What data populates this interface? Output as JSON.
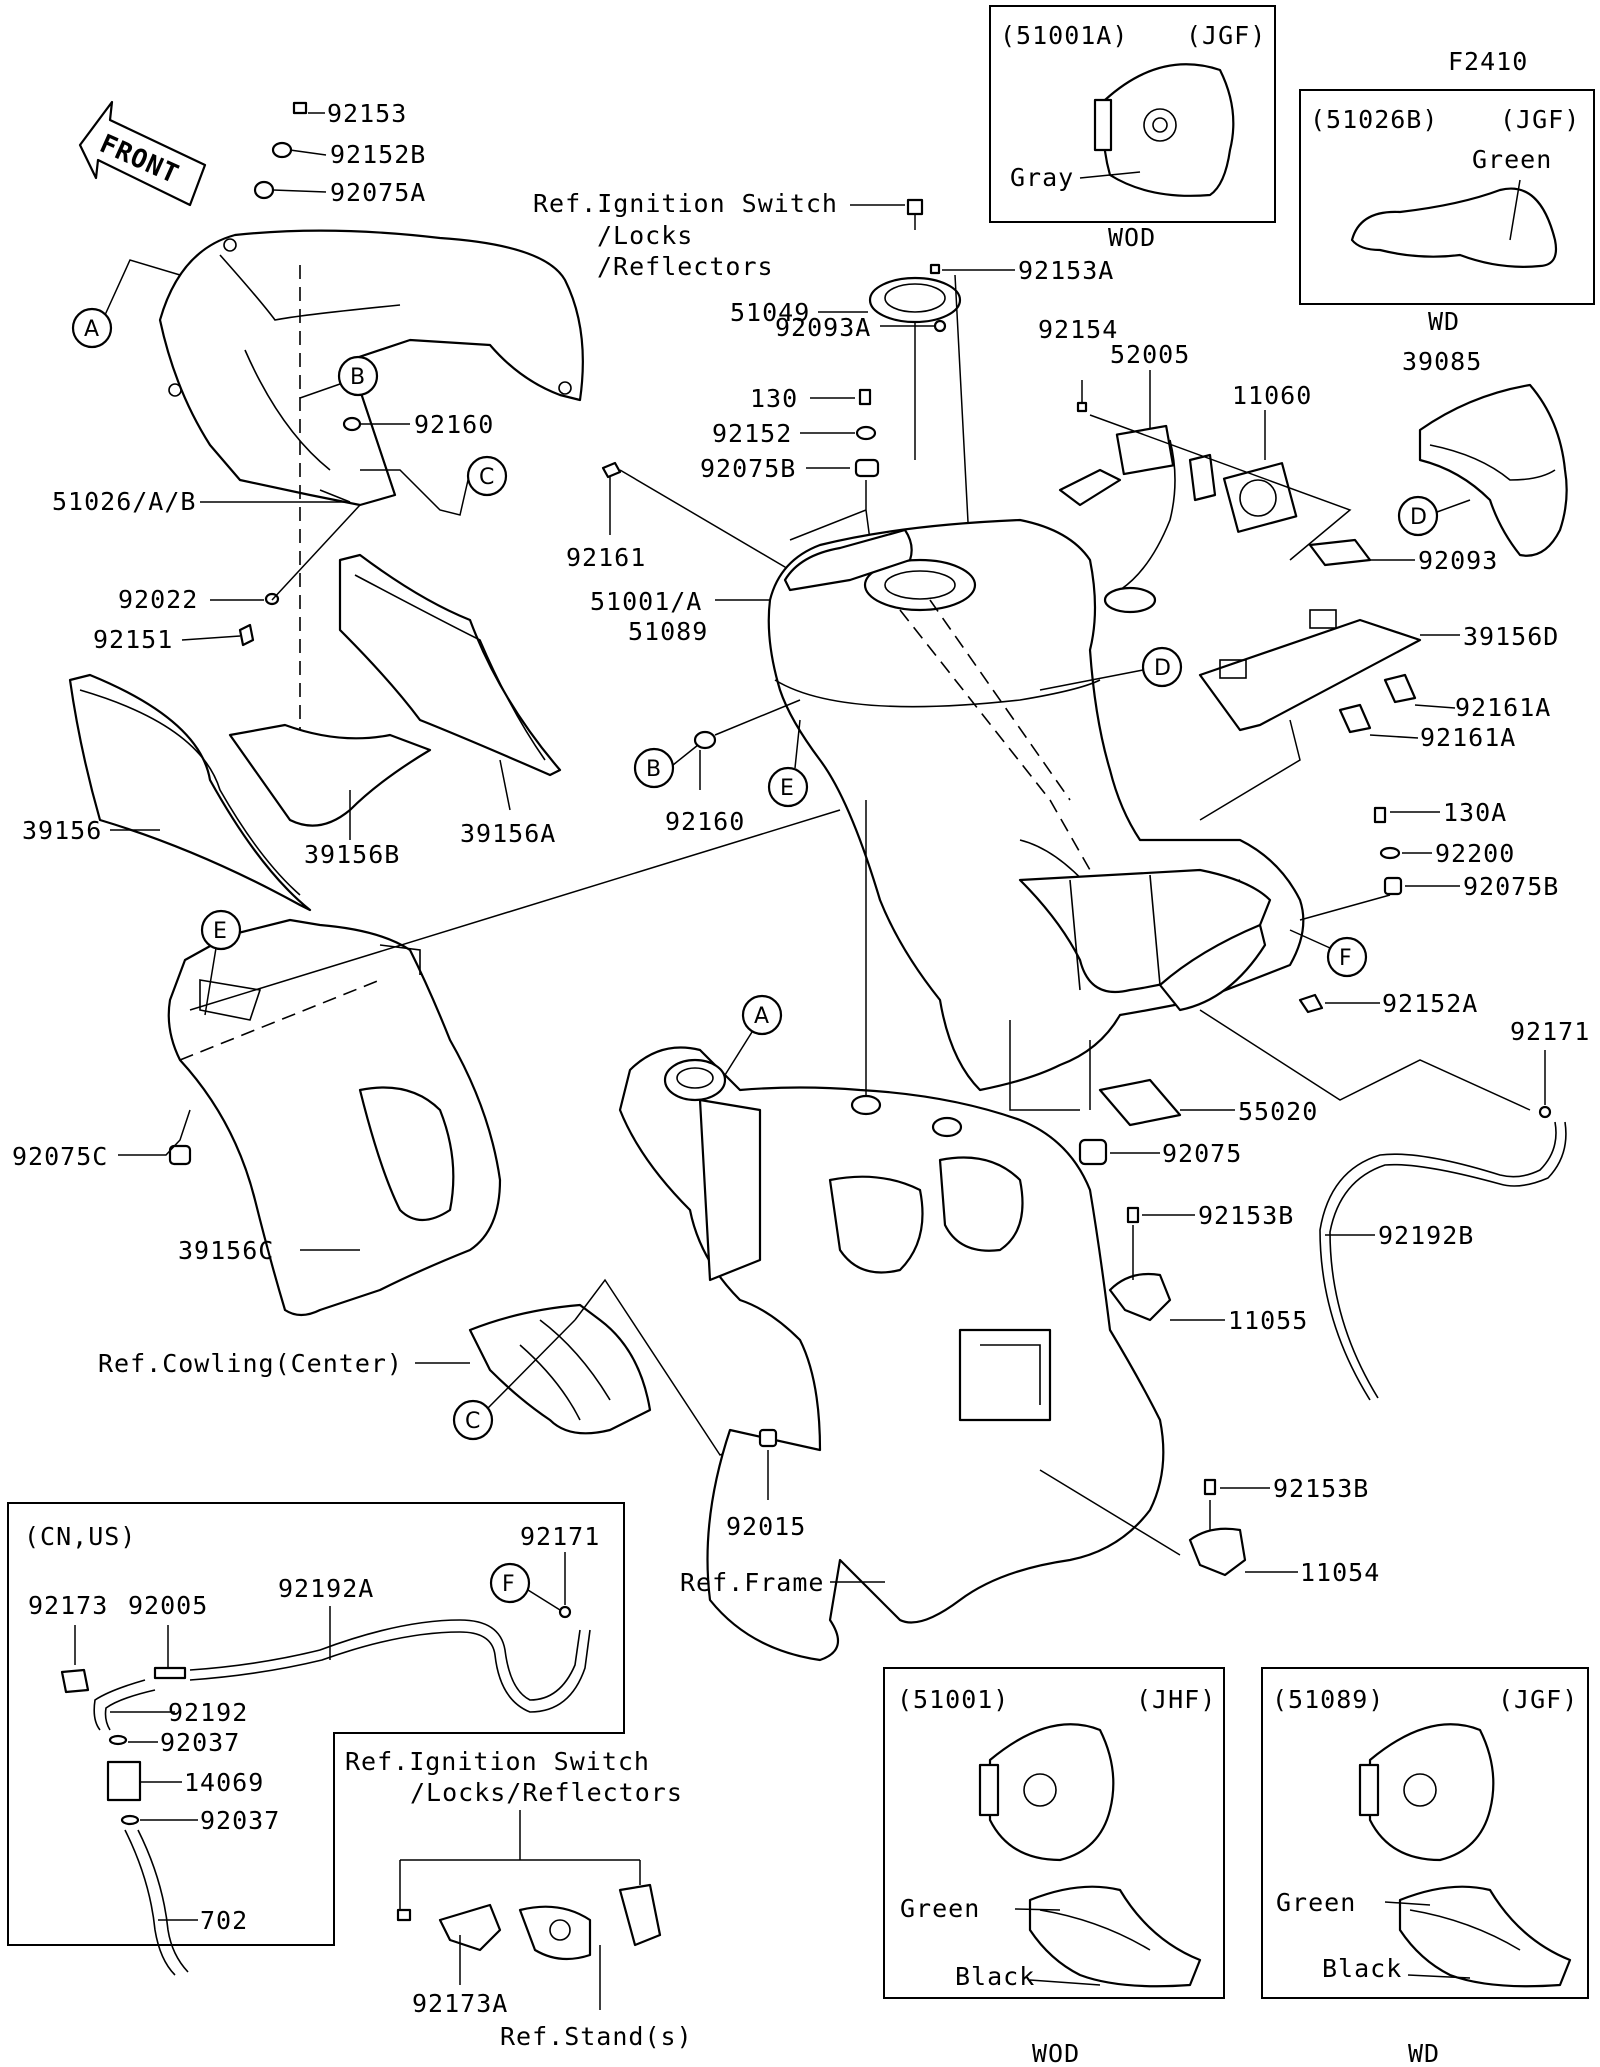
{
  "diagram_code": "F2410",
  "front_arrow": "FRONT",
  "callouts": [
    "A",
    "B",
    "C",
    "D",
    "E",
    "F"
  ],
  "insets": {
    "top_wod": {
      "code": "(51001A)",
      "variant": "(JGF)",
      "color": "Gray",
      "finish": "WOD"
    },
    "top_wd": {
      "code": "(51026B)",
      "variant": "(JGF)",
      "color": "Green",
      "finish": "WD"
    },
    "bottom_wod": {
      "code": "(51001)",
      "variant": "(JHF)",
      "color1": "Green",
      "color2": "Black",
      "finish": "WOD"
    },
    "bottom_wd": {
      "code": "(51089)",
      "variant": "(JGF)",
      "color1": "Green",
      "color2": "Black",
      "finish": "WD"
    },
    "region": {
      "label": "(CN,US)"
    }
  },
  "refs": {
    "ignition_1": "Ref.Ignition Switch",
    "ignition_2": "/Locks",
    "ignition_3": "/Reflectors",
    "ignition_b1": "Ref.Ignition Switch",
    "ignition_b2": "/Locks/Reflectors",
    "cowling": "Ref.Cowling(Center)",
    "frame": "Ref.Frame",
    "stand": "Ref.Stand(s)"
  },
  "parts": {
    "p92153": "92153",
    "p92152B": "92152B",
    "p92075A": "92075A",
    "p51026": "51026/A/B",
    "p92160a": "92160",
    "p92022": "92022",
    "p92151": "92151",
    "p39156": "39156",
    "p39156B": "39156B",
    "p39156A": "39156A",
    "p92153A": "92153A",
    "p51049": "51049",
    "p92093A": "92093A",
    "p130": "130",
    "p92152": "92152",
    "p92075B": "92075B",
    "p92161": "92161",
    "p51001": "51001/A",
    "p51089": "51089",
    "p92160b": "92160",
    "p92154": "92154",
    "p52005": "52005",
    "p11060": "11060",
    "p39085": "39085",
    "p92093": "92093",
    "p39156D": "39156D",
    "p92161A1": "92161A",
    "p92161A2": "92161A",
    "p130A": "130A",
    "p92200": "92200",
    "p92075B2": "92075B",
    "p92152A": "92152A",
    "p92171a": "92171",
    "p55020": "55020",
    "p92075": "92075",
    "p92192B": "92192B",
    "p92153B1": "92153B",
    "p11055": "11055",
    "p92075C": "92075C",
    "p39156C": "39156C",
    "p92015": "92015",
    "p92153B2": "92153B",
    "p11054": "11054",
    "p92171b": "92171",
    "p92173": "92173",
    "p92005": "92005",
    "p92192A": "92192A",
    "p92192": "92192",
    "p92037a": "92037",
    "p14069": "14069",
    "p92037b": "92037",
    "p702": "702",
    "p92173A": "92173A"
  }
}
